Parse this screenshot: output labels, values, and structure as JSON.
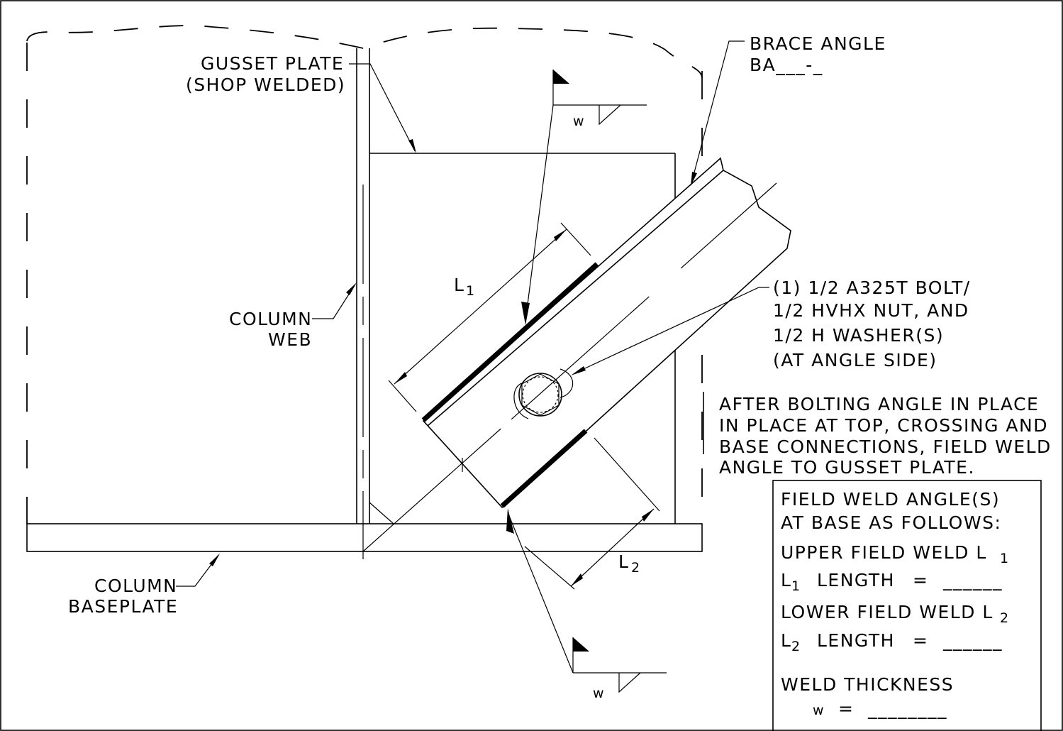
{
  "labels": {
    "gusset_plate_1": "GUSSET PLATE",
    "gusset_plate_2": "(SHOP WELDED)",
    "brace_angle_1": "BRACE ANGLE",
    "brace_angle_2": "BA___-_",
    "column_web_1": "COLUMN",
    "column_web_2": "WEB",
    "column_baseplate_1": "COLUMN",
    "column_baseplate_2": "BASEPLATE",
    "bolt_note_1": "(1) 1/2 A325T BOLT/",
    "bolt_note_2": "1/2 HVHX NUT, AND",
    "bolt_note_3": "1/2 H WASHER(S)",
    "bolt_note_4": "(AT ANGLE SIDE)",
    "after_note_1": "AFTER BOLTING ANGLE IN PLACE",
    "after_note_2": "IN PLACE AT TOP, CROSSING AND",
    "after_note_3": "BASE CONNECTIONS, FIELD WELD",
    "after_note_4": "ANGLE TO GUSSET PLATE.",
    "weld_symbol_top": "w",
    "weld_symbol_bottom": "w",
    "dim_l1": "L",
    "dim_l1_sub": "1",
    "dim_l2": "L",
    "dim_l2_sub": "2"
  },
  "table": {
    "line1": "FIELD WELD ANGLE(S)",
    "line2": "AT BASE AS FOLLOWS:",
    "upper_label": "UPPER FIELD WELD L",
    "upper_sub": "1",
    "l1_prefix": "L",
    "l1_sub": "1",
    "l1_text": "LENGTH",
    "l1_eq": "=",
    "l1_blank": "______",
    "lower_label": "LOWER FIELD WELD L",
    "lower_sub": "2",
    "l2_prefix": "L",
    "l2_sub": "2",
    "l2_text": "LENGTH",
    "l2_eq": "=",
    "l2_blank": "______",
    "thickness_label": "WELD THICKNESS",
    "w_label": "w",
    "w_eq": "=",
    "w_blank": "________"
  }
}
